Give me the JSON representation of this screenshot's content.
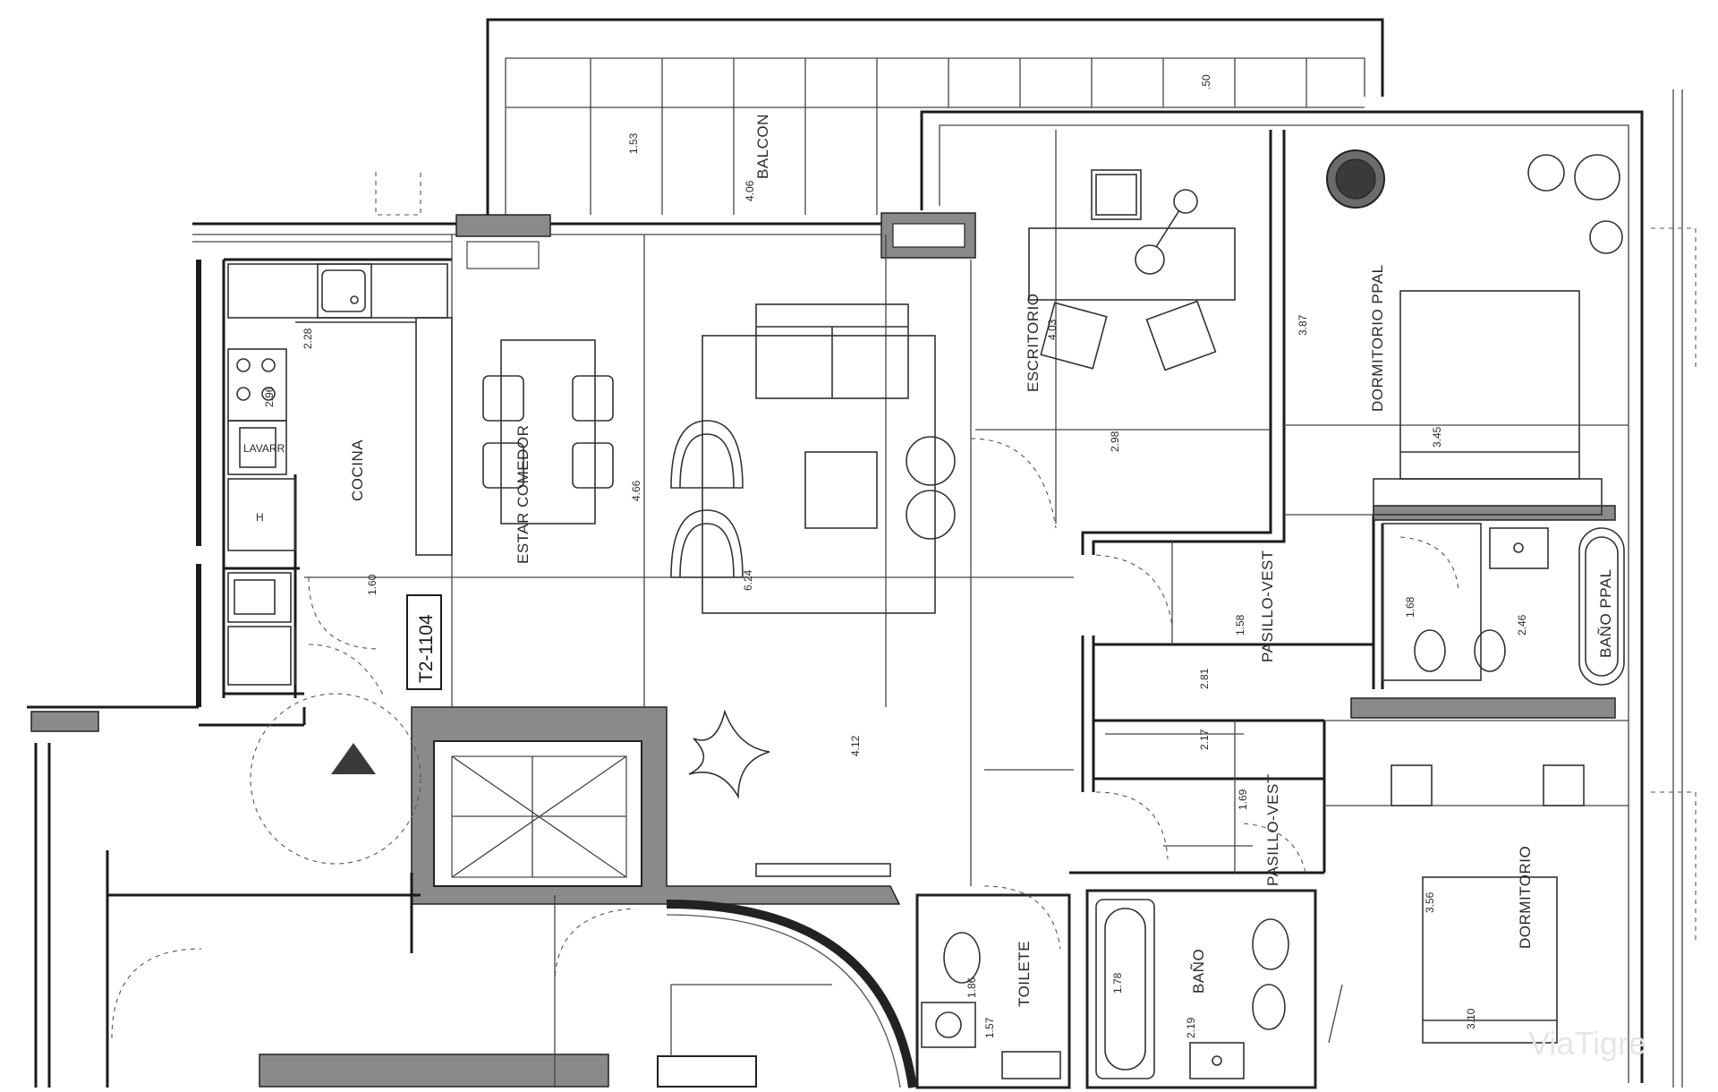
{
  "plan": {
    "unit_code": "T2-1104",
    "watermark": "ViaTigre",
    "rooms": {
      "balcon": "BALCON",
      "cocina": "COCINA",
      "estar_comedor": "ESTAR COMEDOR",
      "escritorio": "ESCRITORIO",
      "dormitorio_ppal": "DORMITORIO PPAL",
      "pasillo_vest_1": "PASILLO-VEST",
      "pasillo_vest_2": "PASILLO-VEST",
      "bano_ppal": "BAÑO PPAL",
      "dormitorio": "DORMITORIO",
      "toilete": "TOILETE",
      "bano": "BAÑO"
    },
    "dimensions": {
      "balcon_depth": "1.53",
      "balcon_width": "4.06",
      "balcon_edge": ".50",
      "cocina_width": "2.28",
      "cocina_depth": "2.96",
      "estar_depth": "4.66",
      "estar_width": "6.24",
      "entry": "1.60",
      "hall": "4.12",
      "escritorio_depth": "4.03",
      "escritorio_width": "2.98",
      "dorm_ppal_depth": "3.87",
      "dorm_ppal_width": "3.45",
      "pasillo1_depth": "1.58",
      "pasillo1_width": "2.81",
      "pasillo2_width": "2.17",
      "pasillo2_depth": "1.69",
      "bano_ppal_depth": "1.68",
      "bano_ppal_width": "2.46",
      "dorm_depth": "3.56",
      "dorm_width": "3.10",
      "toilete_depth": "1.86",
      "toilete_width": "1.57",
      "bano_depth": "1.78",
      "bano_width": "2.19"
    },
    "appliances": {
      "fridge": "H",
      "washer": "LAVARR."
    }
  }
}
